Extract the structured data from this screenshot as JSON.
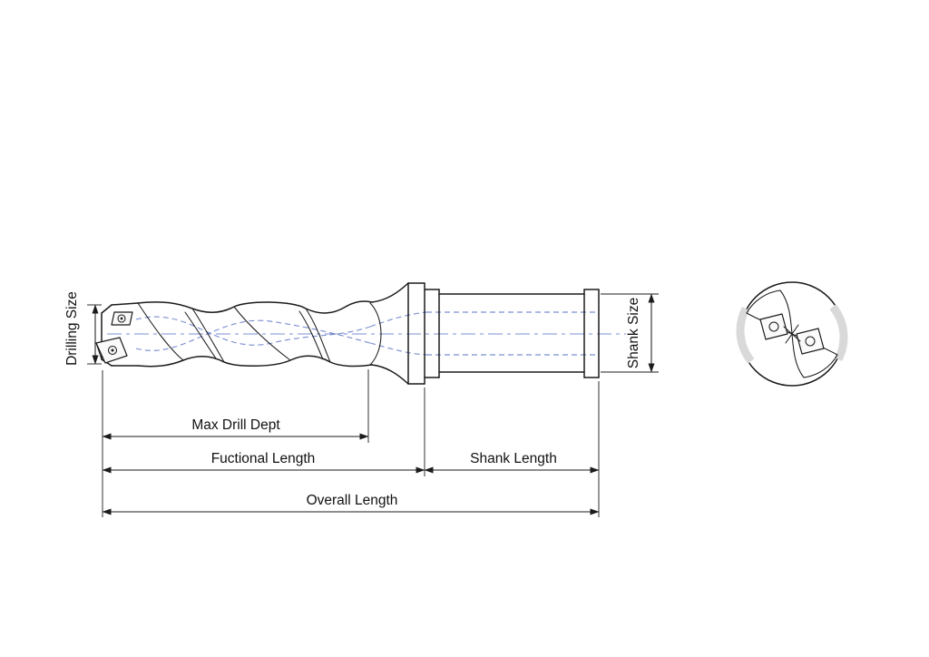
{
  "labels": {
    "drilling_size": "Drilling Size",
    "shank_size": "Shank Size",
    "max_drill_depth": "Max Drill Dept",
    "functional_length": "Fuctional Length",
    "shank_length": "Shank Length",
    "overall_length": "Overall Length"
  },
  "colors": {
    "outline": "#1b1b1b",
    "hidden_line": "#7b8fd0",
    "shade": "#d9d9d9",
    "background": "#ffffff"
  }
}
